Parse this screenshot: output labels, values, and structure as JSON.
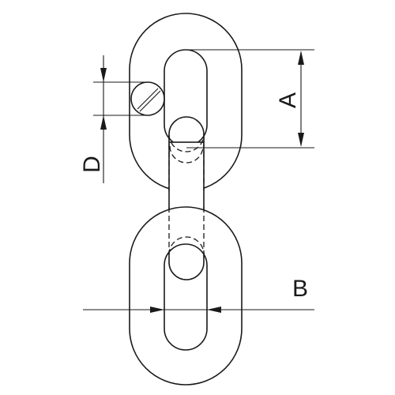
{
  "dimensions": {
    "a": {
      "label": "A"
    },
    "b": {
      "label": "B"
    },
    "d": {
      "label": "D"
    }
  },
  "colors": {
    "line": "#1a1a1a",
    "background": "#ffffff"
  }
}
